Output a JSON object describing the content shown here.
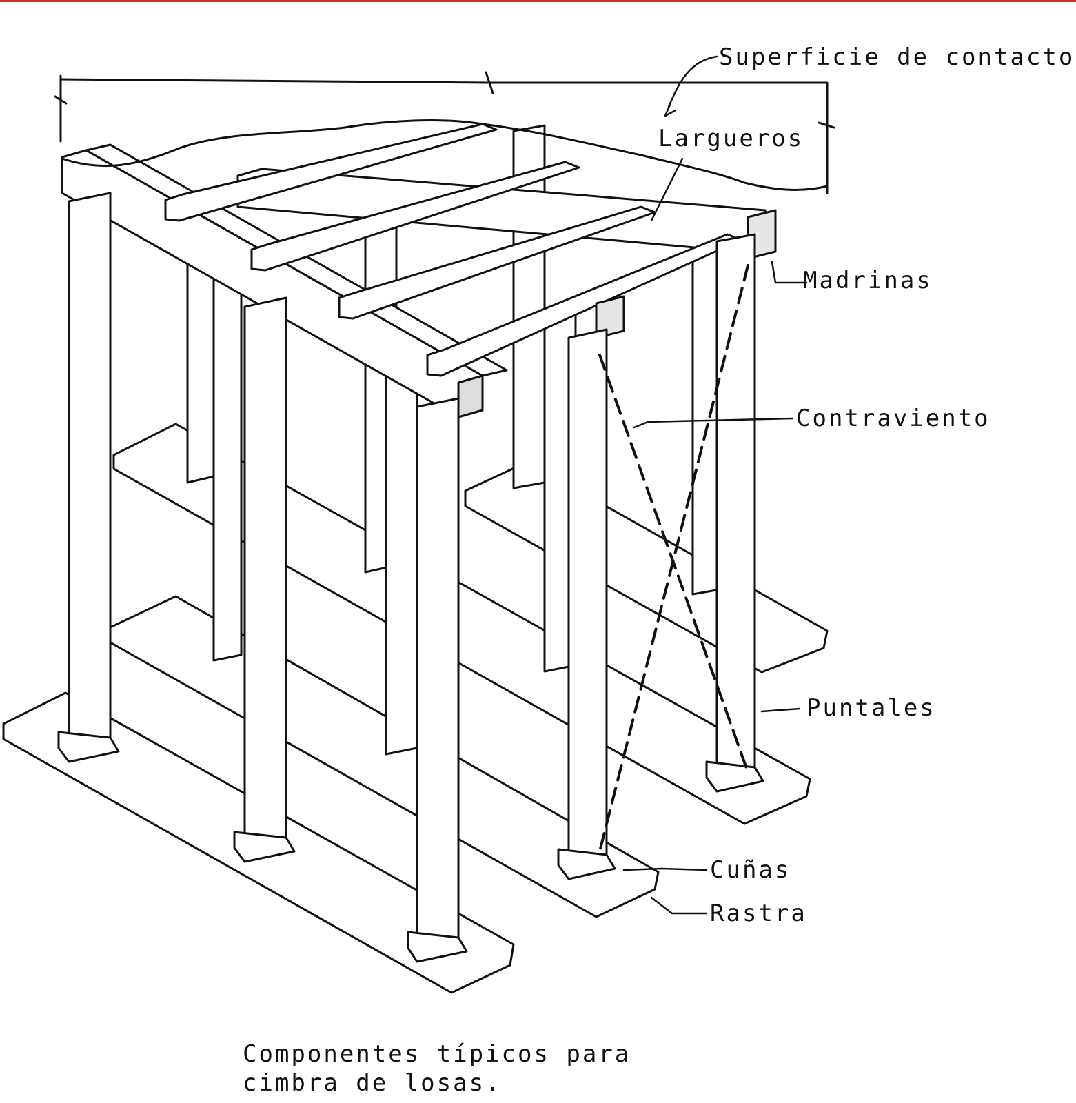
{
  "colors": {
    "ink": "#111111",
    "paper": "#ffffff",
    "top_rule": "#c0392b"
  },
  "labels": {
    "superficie": "Superficie de contacto",
    "largueros": "Largueros",
    "madrinas": "Madrinas",
    "contraviento": "Contraviento",
    "puntales": "Puntales",
    "cunas": "Cuñas",
    "rastra": "Rastra"
  },
  "caption": {
    "line1": "Componentes típicos para",
    "line2": "cimbra de losas."
  }
}
